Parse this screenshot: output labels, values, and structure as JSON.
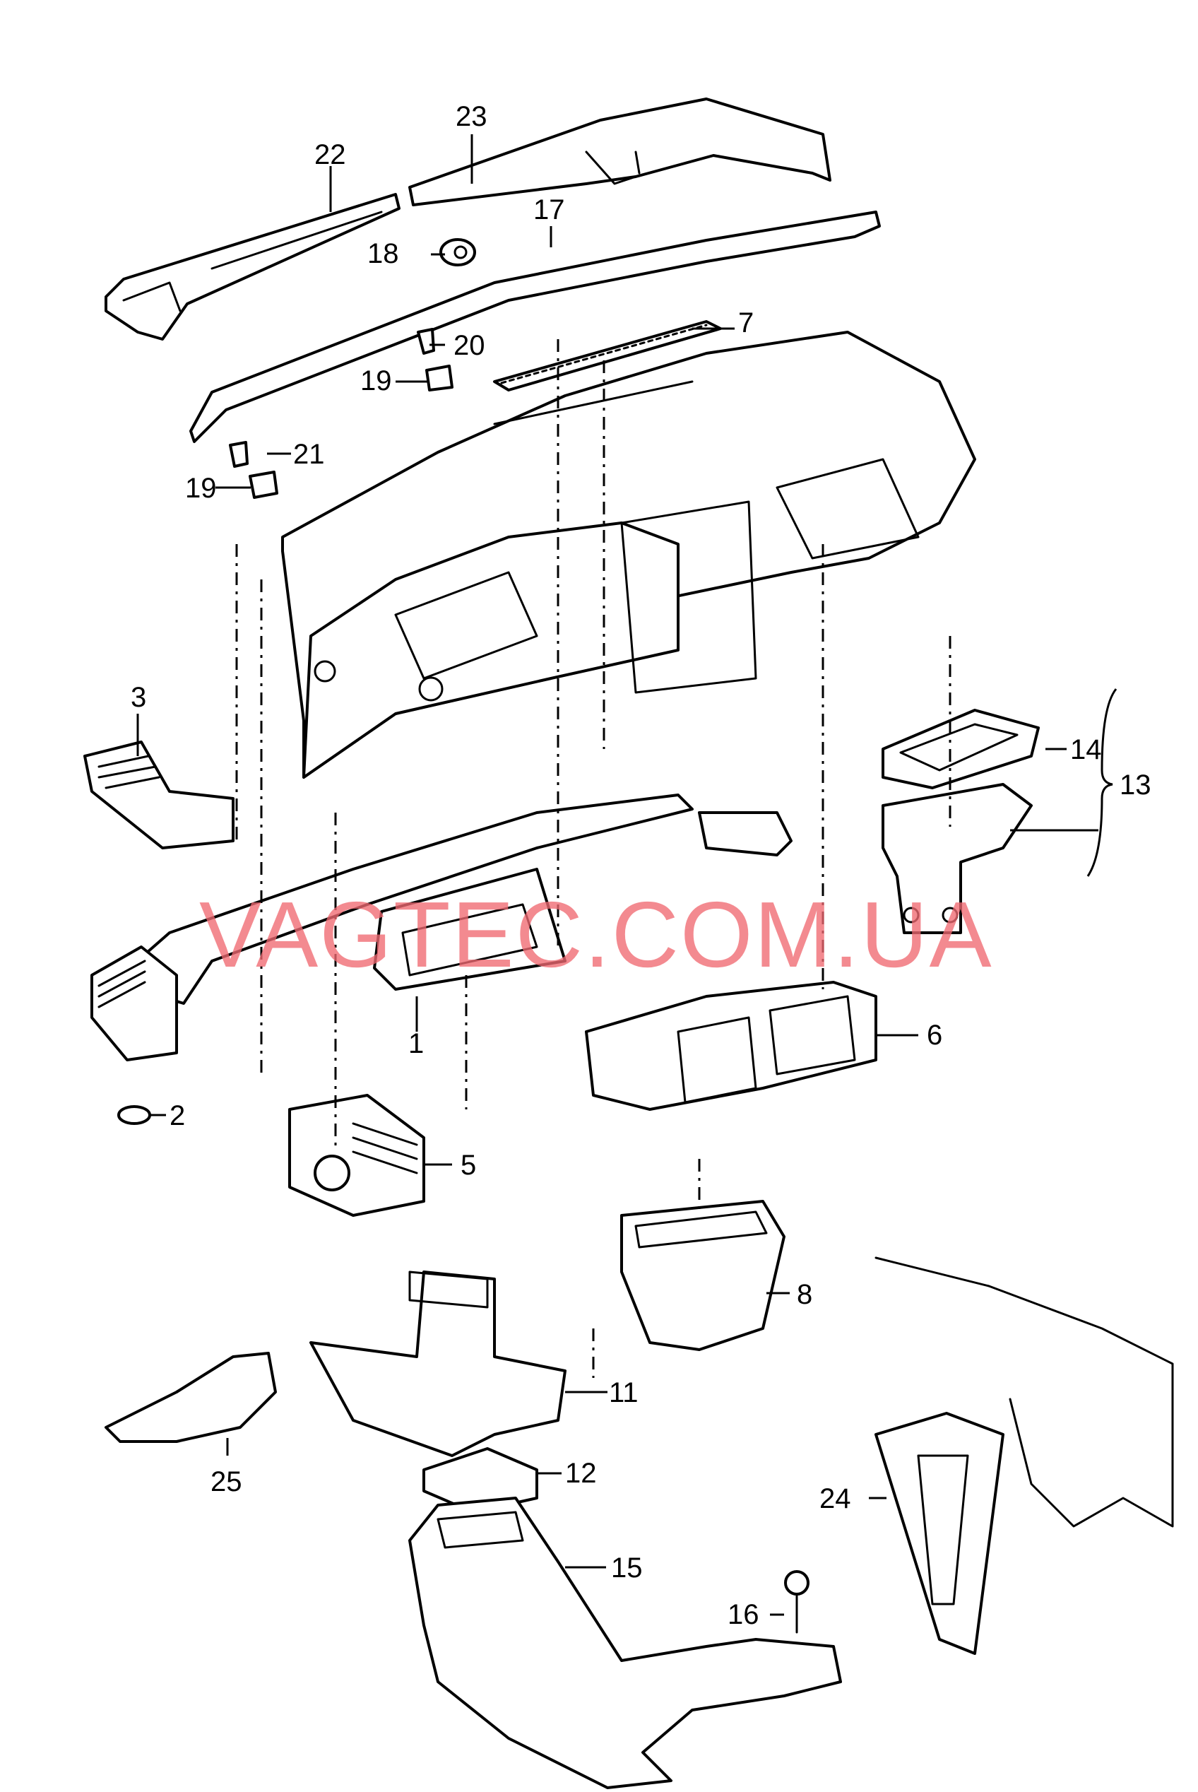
{
  "watermark": "VAGTEC.COM.UA",
  "colors": {
    "line": "#000000",
    "background": "#ffffff",
    "watermark": "#f06a72"
  },
  "callouts": {
    "c1": "1",
    "c2": "2",
    "c3": "3",
    "c5": "5",
    "c6": "6",
    "c7": "7",
    "c8": "8",
    "c11": "11",
    "c12": "12",
    "c13": "13",
    "c14": "14",
    "c15": "15",
    "c16": "16",
    "c17": "17",
    "c18": "18",
    "c19a": "19",
    "c19b": "19",
    "c20": "20",
    "c21": "21",
    "c22": "22",
    "c23": "23",
    "c24": "24",
    "c25": "25"
  }
}
